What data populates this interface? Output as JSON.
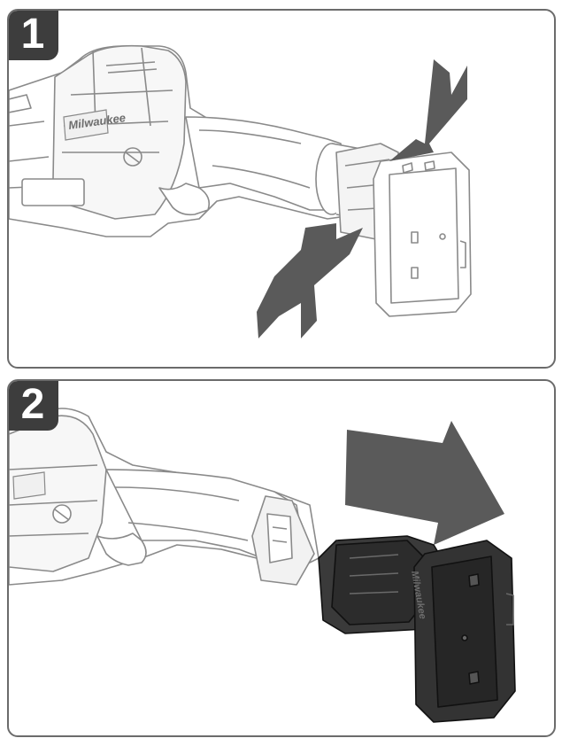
{
  "steps": [
    {
      "number": "1",
      "action": "squeeze-release-buttons"
    },
    {
      "number": "2",
      "action": "slide-battery-out"
    }
  ],
  "brand": "Milwaukee",
  "colors": {
    "border": "#6b6b6b",
    "badge": "#3d3d3d",
    "arrow": "#5a5a5a",
    "tool_outline": "#8a8a8a",
    "battery_dark": "#2c2c2c"
  }
}
